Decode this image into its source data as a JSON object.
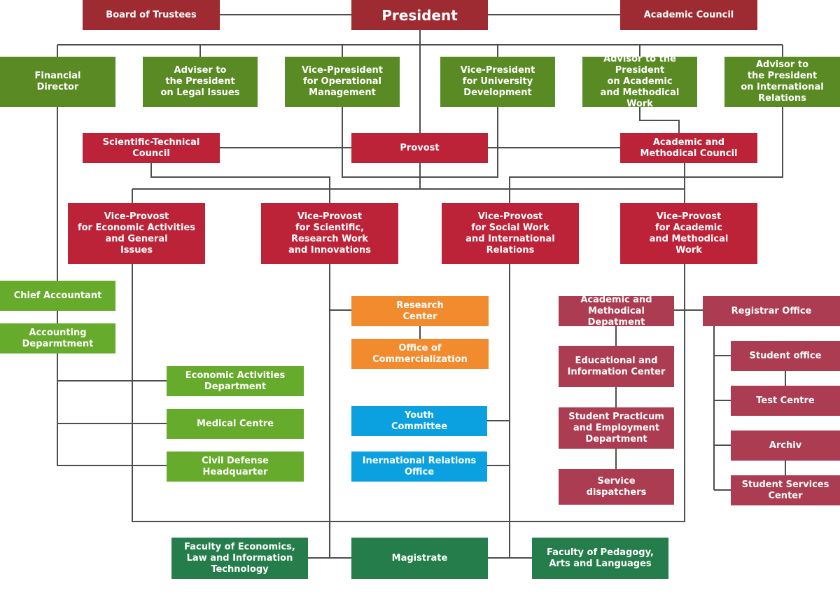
{
  "colors": {
    "line": "#4d4d4d",
    "dark_red": "#9e2a32",
    "red": "#bc2238",
    "rose": "#ab3c51",
    "green": "#5a8a24",
    "light_green": "#67ab2c",
    "dark_green": "#247d4a",
    "orange": "#f28a2e",
    "blue": "#0ba0e0"
  },
  "nodes": {
    "board": "Board of Trustees",
    "president": "President",
    "academic_council": "Academic Council",
    "financial_director": "Financial\nDirector",
    "legal_adviser": "Adviser to\nthe President\non Legal Issues",
    "vp_operational": "Vice-Ppresident\nfor Operational\nManagement",
    "vp_development": "Vice-President\nfor University\nDevelopment",
    "advisor_academic": "Advisor to the President\non Academic\nand Methodical\nWork",
    "advisor_international": "Advisor to\nthe President\non International\nRelations",
    "sci_tech_council": "Scientific-Technical\nCouncil",
    "provost": "Provost",
    "acad_method_council": "Academic and\nMethodical Council",
    "vprov_economic": "Vice-Provost\nfor Economic Activities\nand General\nIssues",
    "vprov_scientific": "Vice-Provost\nfor Scientific,\nResearch Work\nand Innovations",
    "vprov_social": "Vice-Provost\nfor Social Work\nand International\nRelations",
    "vprov_academic": "Vice-Provost\nfor Academic\nand Methodical\nWork",
    "chief_accountant": "Chief Accountant",
    "accounting_dept": "Accounting\nDeparmtment",
    "econ_dept": "Economic Activities\nDepartment",
    "medical_centre": "Medical Centre",
    "civil_defense": "Civil Defense\nHeadquarter",
    "research_center": "Research\nCenter",
    "commercialization": "Office of Commercialization",
    "youth_committee": "Youth\nCommittee",
    "intl_relations_office": "Inernational Relations\nOffice",
    "acad_method_dept": "Academic and\nMethodical Depatment",
    "edu_info_center": "Educational and\nInformation Center",
    "practicum": "Student Practicum\nand Employment\nDepartment",
    "service_dispatchers": "Service\ndispatchers",
    "registrar": "Registrar Office",
    "student_office": "Student office",
    "test_centre": "Test Centre",
    "archiv": "Archiv",
    "student_services": "Student Services\nCenter",
    "faculty_econ": "Faculty of Economics,\nLaw and Information\nTechnology",
    "magistrate": "Magistrate",
    "faculty_pedagogy": "Faculty of Pedagogy,\nArts and Languages"
  }
}
